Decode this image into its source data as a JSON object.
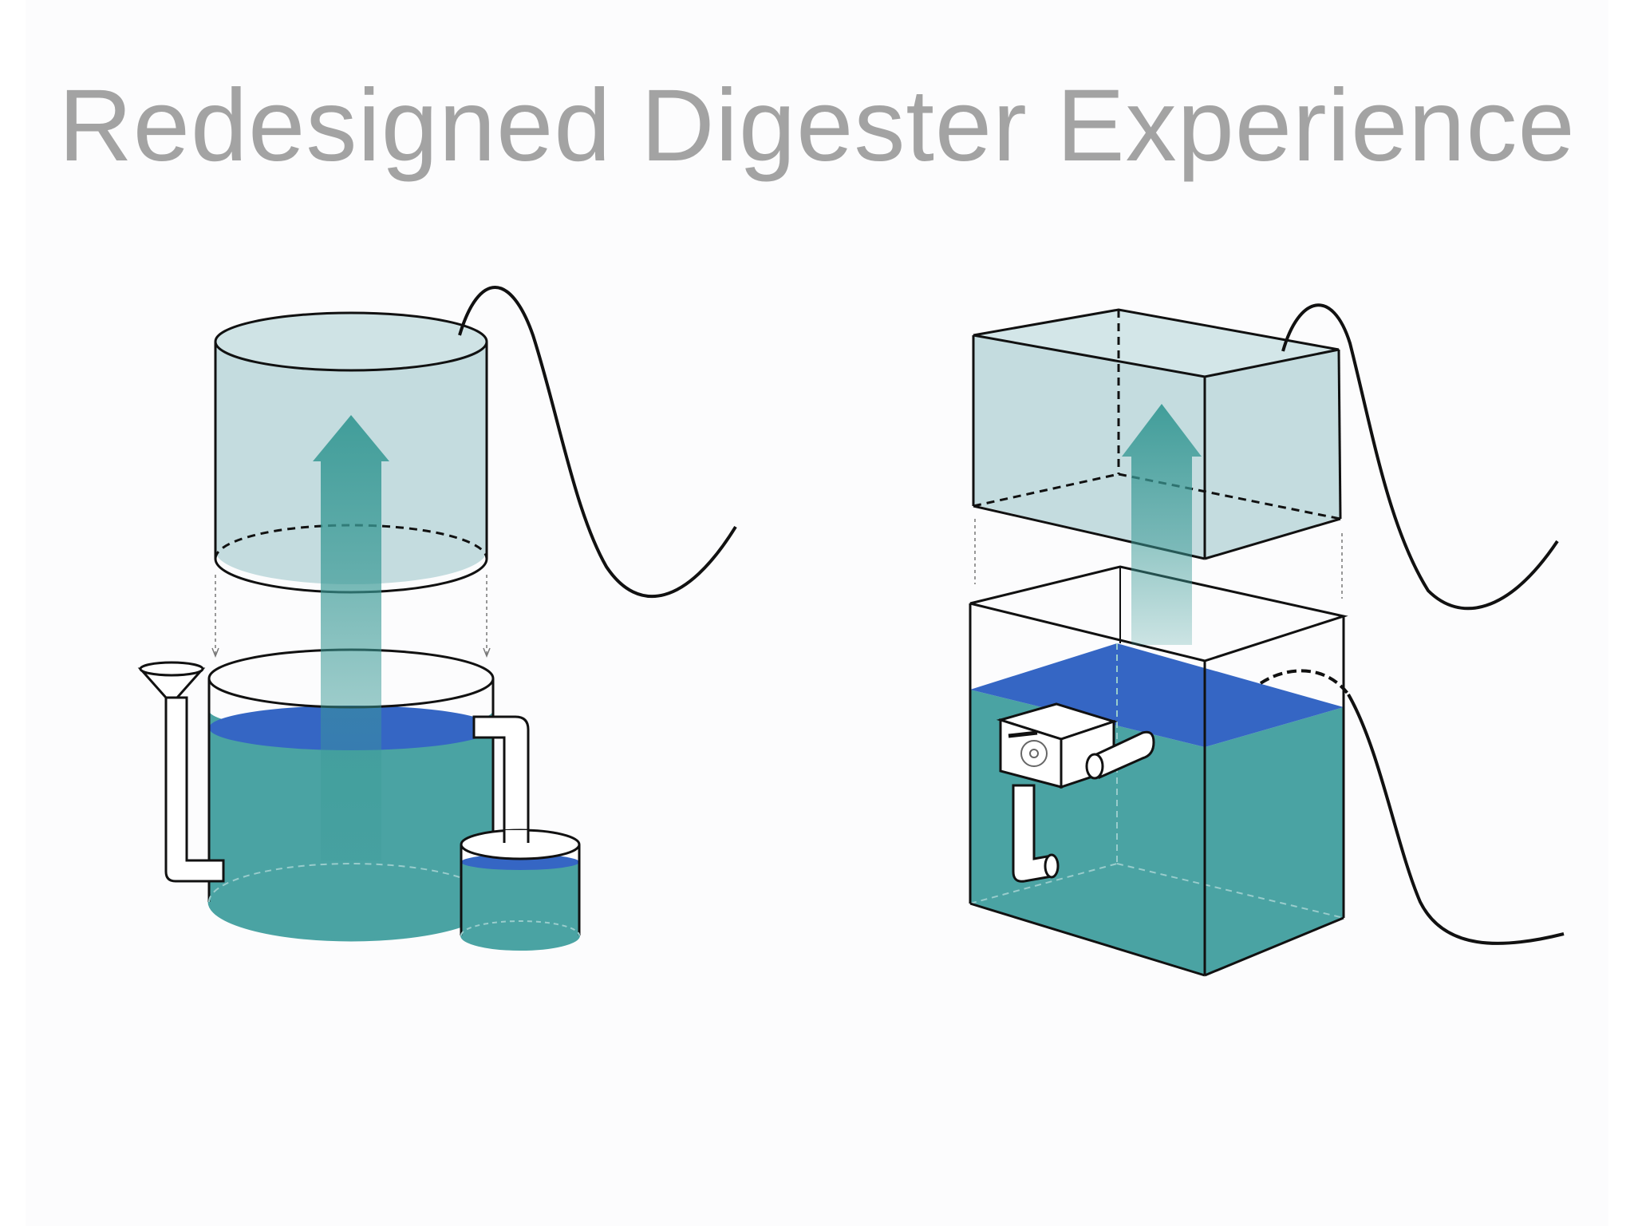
{
  "slide": {
    "title": "Redesigned Digester Experience"
  },
  "colors": {
    "background": "#fcfcfd",
    "title_text": "#a3a3a3",
    "water_teal": "#4aa3a3",
    "water_surface_blue": "#3566c4",
    "gas_light_teal": "#c4dcdf",
    "arrow_teal": "#3a9a96",
    "outline": "#111111"
  },
  "figures": [
    {
      "name": "cylindrical-digester",
      "icon": "cylinder-tank-icon"
    },
    {
      "name": "box-digester",
      "icon": "box-tank-icon"
    }
  ]
}
